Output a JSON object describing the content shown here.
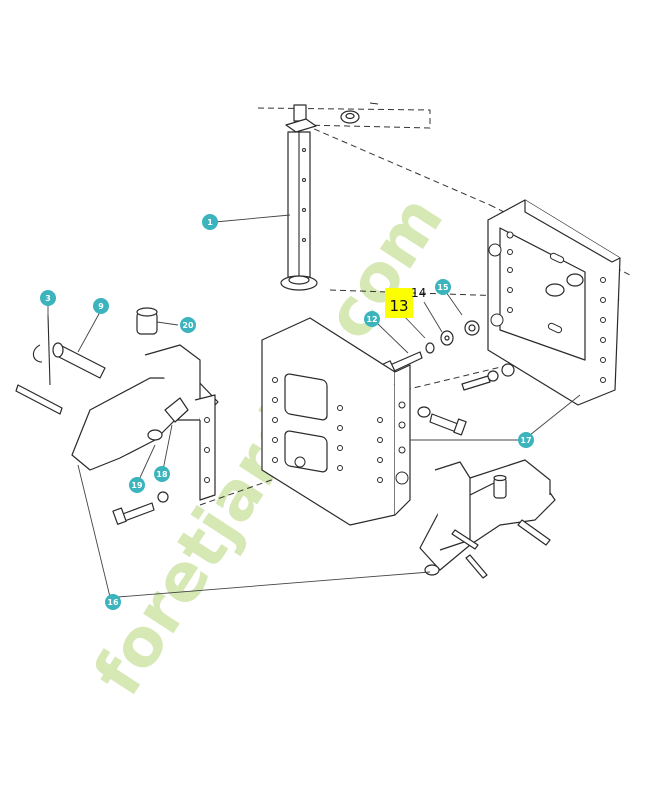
{
  "callouts": [
    {
      "id": "1",
      "label": "1"
    },
    {
      "id": "3",
      "label": "3"
    },
    {
      "id": "9",
      "label": "9"
    },
    {
      "id": "12",
      "label": "12"
    },
    {
      "id": "15",
      "label": "15"
    },
    {
      "id": "16",
      "label": "16"
    },
    {
      "id": "17",
      "label": "17"
    },
    {
      "id": "18",
      "label": "18"
    },
    {
      "id": "19",
      "label": "19"
    },
    {
      "id": "20",
      "label": "20"
    }
  ],
  "highlight_label": "13",
  "handwritten_label": "14",
  "watermark": {
    "text": "foretjardin.com",
    "colors": {
      "green": "#c8e0a0",
      "orange": "#f3c58f",
      "grey": "#d2ccc0"
    }
  },
  "colors": {
    "callout": "#3bb4bd",
    "highlight": "#fcff00",
    "line": "#2a2a2a"
  }
}
